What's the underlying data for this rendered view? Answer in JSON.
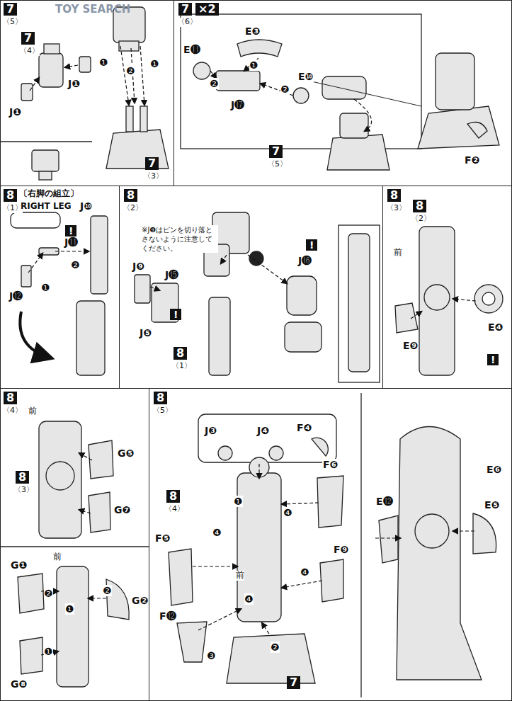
{
  "diagram": {
    "nodes": [
      {
        "text": [
          "7",
          "〈5〉"
        ]
      },
      {
        "text": [
          "7",
          "〈6〉",
          "×2"
        ]
      },
      {
        "text": [
          "8",
          "〈1〉",
          "〔右脚の組立〕",
          "RIGHT LEG"
        ]
      },
      {
        "text": [
          "8",
          "〈2〉"
        ]
      },
      {
        "text": [
          "8",
          "〈3〉"
        ]
      },
      {
        "text": [
          "8",
          "〈4〉"
        ]
      },
      {
        "text": [
          "8",
          "〈5〉"
        ]
      }
    ],
    "labels": [
      "TOY SEARCH",
      "7",
      "〈4〉",
      "J❶",
      "J❶",
      "❶",
      "❷",
      "❶",
      "7",
      "〈3〉",
      "E⓫",
      "E❸",
      "❶",
      "❷",
      "J⓱",
      "E❿",
      "❷",
      "7",
      "〈5〉",
      "F❷",
      "J❿",
      "!",
      "J⓫",
      "J⓬",
      "❶",
      "❷",
      "※J❾はピンを切り落とさないように注意してください。",
      "J❾",
      "J⓯",
      "!",
      "J❺",
      "8",
      "〈1〉",
      "!",
      "J⓰",
      "8",
      "〈2〉",
      "前",
      "E❾",
      "E❹",
      "!",
      "前",
      "G❺",
      "8",
      "〈3〉",
      "G❼",
      "G❶",
      "前",
      "G❷",
      "G❽",
      "❷",
      "❷",
      "❶",
      "❶",
      "J❸",
      "J❹",
      "F❹",
      "8",
      "〈4〉",
      "F❻",
      "F❺",
      "F❾",
      "前",
      "F⓬",
      "7",
      "❶",
      "❹",
      "❹",
      "❹",
      "❹",
      "❷",
      "❸",
      "E⓬",
      "E❻",
      "E❺"
    ]
  }
}
